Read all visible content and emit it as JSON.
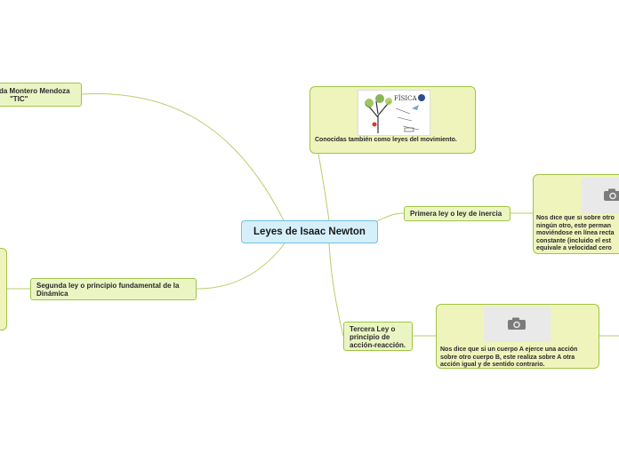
{
  "central": {
    "title": "Leyes de Isaac Newton"
  },
  "author": {
    "line1": "da Montero Mendoza",
    "line2": "\"TIC\""
  },
  "top_card": {
    "illustration_label": "FÍSICA",
    "text": "Conocidas también como leyes del movimiento."
  },
  "first_law": {
    "label": "Primera ley o ley de inercia",
    "description_lines": [
      "Nos dice que si sobre otro",
      "ningún otro, este perman",
      "moviéndose en línea recta",
      "constante (incluido el est",
      "equivale a velocidad cero"
    ]
  },
  "second_law": {
    "label": "Segunda ley o principio fundamental de la Dinámica"
  },
  "third_law": {
    "label": "Tercera Ley o principio de acción-reacción.",
    "description": "Nos dice que si un cuerpo A ejerce una acción sobre otro cuerpo B, este realiza sobre A otra acción igual y de sentido contrario."
  },
  "colors": {
    "central_fill": "#d6f0fb",
    "central_border": "#6cc3e6",
    "node_fill": "#ebf5c4",
    "node_border": "#9fc545",
    "link": "#b5cf6a"
  },
  "icons": [
    "camera-icon",
    "apple-tree-illustration"
  ]
}
